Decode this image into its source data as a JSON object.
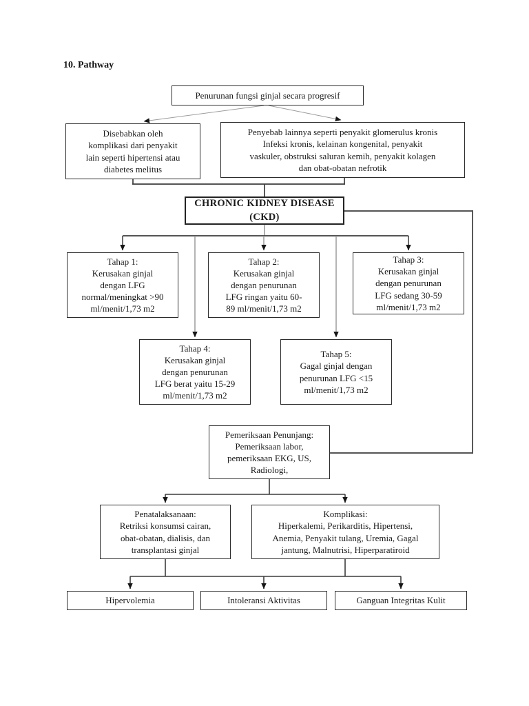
{
  "page": {
    "heading": "10. Pathway"
  },
  "colors": {
    "ink": "#1a1a1a",
    "box_border": "#2b2b2b",
    "connector_dark": "#3c3c3c",
    "connector_light": "#9c9c9c",
    "background": "#ffffff"
  },
  "flowchart": {
    "nodes": {
      "root": {
        "text": "Penurunan fungsi ginjal secara progresif"
      },
      "cause_left": {
        "text": "Disebabkan oleh\nkomplikasi dari penyakit\nlain seperti hipertensi atau\ndiabetes melitus"
      },
      "cause_right": {
        "text": "Penyebab lainnya seperti penyakit glomerulus kronis\nInfeksi kronis, kelainan kongenital, penyakit\nvaskuler, obstruksi saluran kemih, penyakit kolagen\ndan obat-obatan nefrotik"
      },
      "ckd": {
        "text": "CHRONIC KIDNEY DISEASE\n(CKD)"
      },
      "tahap1": {
        "text": "Tahap 1:\nKerusakan ginjal\ndengan LFG\nnormal/meningkat >90\nml/menit/1,73 m2"
      },
      "tahap2": {
        "text": "Tahap 2:\nKerusakan ginjal\ndengan penurunan\nLFG ringan yaitu 60-\n89 ml/menit/1,73 m2"
      },
      "tahap3": {
        "text": "Tahap 3:\nKerusakan ginjal\ndengan penurunan\nLFG sedang 30-59\nml/menit/1,73 m2"
      },
      "tahap4": {
        "text": "Tahap 4:\nKerusakan ginjal\ndengan penurunan\nLFG berat yaitu 15-29\nml/menit/1,73 m2"
      },
      "tahap5": {
        "text": "Tahap 5:\nGagal ginjal dengan\npenurunan LFG <15\nml/menit/1,73 m2"
      },
      "penunjang": {
        "text": "Pemeriksaan Penunjang:\nPemeriksaan labor,\npemeriksaan EKG, US,\nRadiologi,"
      },
      "penatalaksanaan": {
        "text": "Penatalaksanaan:\nRetriksi konsumsi cairan,\nobat-obatan, dialisis, dan\ntransplantasi ginjal"
      },
      "komplikasi": {
        "text": "Komplikasi:\nHiperkalemi, Perikarditis, Hipertensi,\nAnemia, Penyakit tulang, Uremia, Gagal\njantung, Malnutrisi, Hiperparatiroid"
      },
      "hipervolemia": {
        "text": "Hipervolemia"
      },
      "intoleransi": {
        "text": "Intoleransi Aktivitas"
      },
      "ganguan": {
        "text": "Ganguan Integritas Kulit"
      }
    }
  }
}
